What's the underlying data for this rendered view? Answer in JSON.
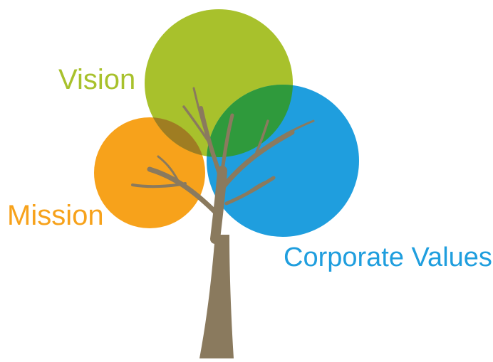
{
  "diagram": {
    "labels": {
      "vision": "Vision",
      "mission": "Mission",
      "values": "Corporate Values"
    },
    "colors": {
      "vision": "#a8c12c",
      "mission": "#f7a21b",
      "values": "#1f9ede",
      "mission_vision_overlap": "#9f7d22",
      "vision_values_overlap": "#2f9a3c",
      "trunk": "#8a7a5e",
      "background": "#ffffff"
    },
    "icons": [
      "tree-icon"
    ]
  }
}
